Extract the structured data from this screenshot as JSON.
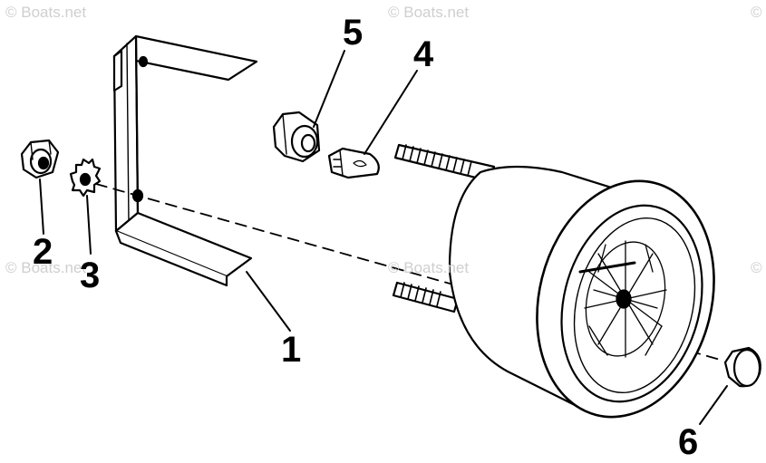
{
  "watermarks": {
    "text": "© Boats.net",
    "corner": "©"
  },
  "callouts": {
    "c1": "1",
    "c2": "2",
    "c3": "3",
    "c4": "4",
    "c5": "5",
    "c6": "6"
  },
  "colors": {
    "line": "#000000",
    "fill": "#ffffff",
    "watermark": "#cfcfcf"
  }
}
